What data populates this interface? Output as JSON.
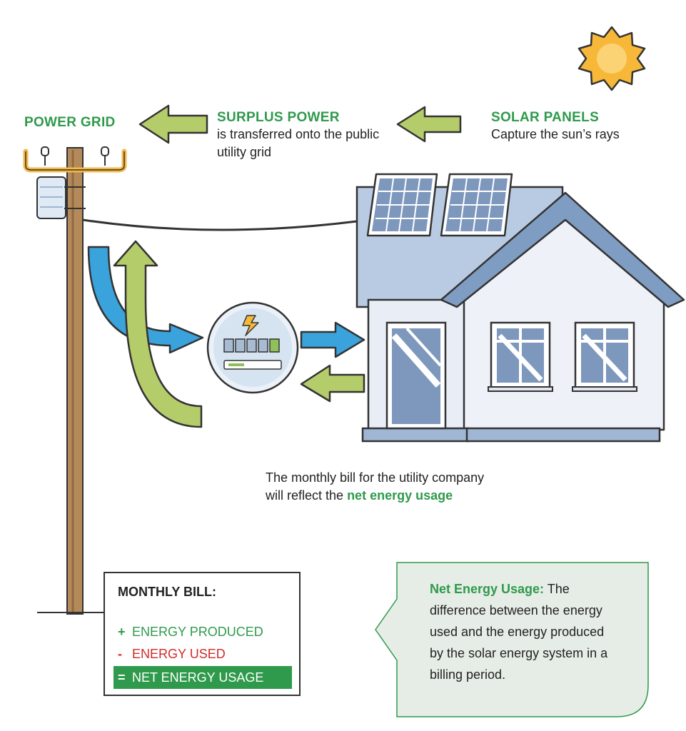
{
  "power_grid": {
    "title": "POWER GRID"
  },
  "surplus": {
    "title": "SURPLUS POWER",
    "text": "is transferred onto the public utility grid"
  },
  "solar": {
    "title": "SOLAR PANELS",
    "text": "Capture the sun’s rays"
  },
  "monthly_note": {
    "text": "The monthly bill for the utility company will reflect the",
    "highlight": "net energy usage"
  },
  "bill": {
    "title": "MONTHLY BILL:",
    "rows": [
      {
        "sign": "+",
        "label": "ENERGY PRODUCED"
      },
      {
        "sign": "-",
        "label": "ENERGY USED"
      },
      {
        "sign": "=",
        "label": "NET ENERGY USAGE"
      }
    ]
  },
  "definition": {
    "term": "Net Energy Usage:",
    "text": "The difference between the energy used and the energy produced by the solar energy system in a billing period."
  },
  "colors": {
    "green_text": "#2f9a4c",
    "red_text": "#d12b2b",
    "arrow_green": "#b5cc6a",
    "arrow_blue": "#3aa3dc",
    "house_wall": "#e9eef6",
    "house_roof": "#9fb6d4",
    "sun": "#f7b83a",
    "pole": "#b58a5a"
  }
}
